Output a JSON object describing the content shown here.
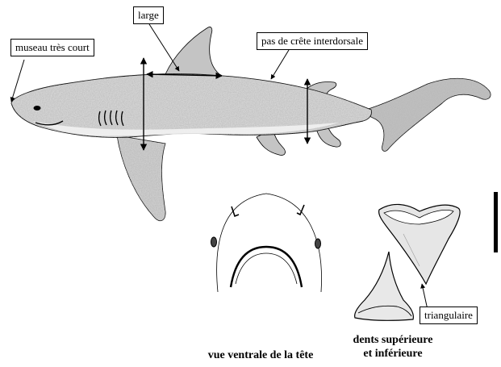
{
  "labels": {
    "snout": "museau très court",
    "width": "large",
    "ridge": "pas de crête interdorsale",
    "tooth_shape": "triangulaire"
  },
  "captions": {
    "ventral_view": "vue ventrale de la tête",
    "teeth_line1": "dents supérieure",
    "teeth_line2": "et inférieure"
  },
  "colors": {
    "ink": "#000000",
    "body_shade": "#b8b8b8",
    "paper": "#ffffff"
  }
}
